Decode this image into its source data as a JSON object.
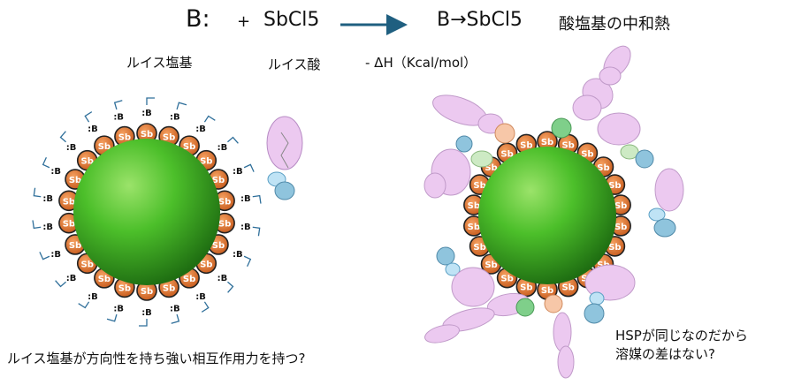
{
  "equation": {
    "lewis_base": "B:",
    "plus": "+",
    "reagent": "SbCl5",
    "product": "B→SbCl5",
    "heat_label": "酸塩基の中和熱"
  },
  "labels": {
    "lewis_base": "ルイス塩基",
    "lewis_acid": "ルイス酸",
    "delta_h": "- ΔH（Kcal/mol）"
  },
  "particle": {
    "site_label": "Sb",
    "bound_base_label": ":B",
    "colors": {
      "core": "#4cbf2a",
      "site": "#e07030",
      "solvent": "#e8c8ee",
      "hb": "#5a9fc4"
    }
  },
  "questions": {
    "left": "ルイス塩基が方向性を持ち強い相互作用力を持つ?",
    "right_line1": "HSPが同じなのだから",
    "right_line2": "溶媒の差はない?"
  }
}
